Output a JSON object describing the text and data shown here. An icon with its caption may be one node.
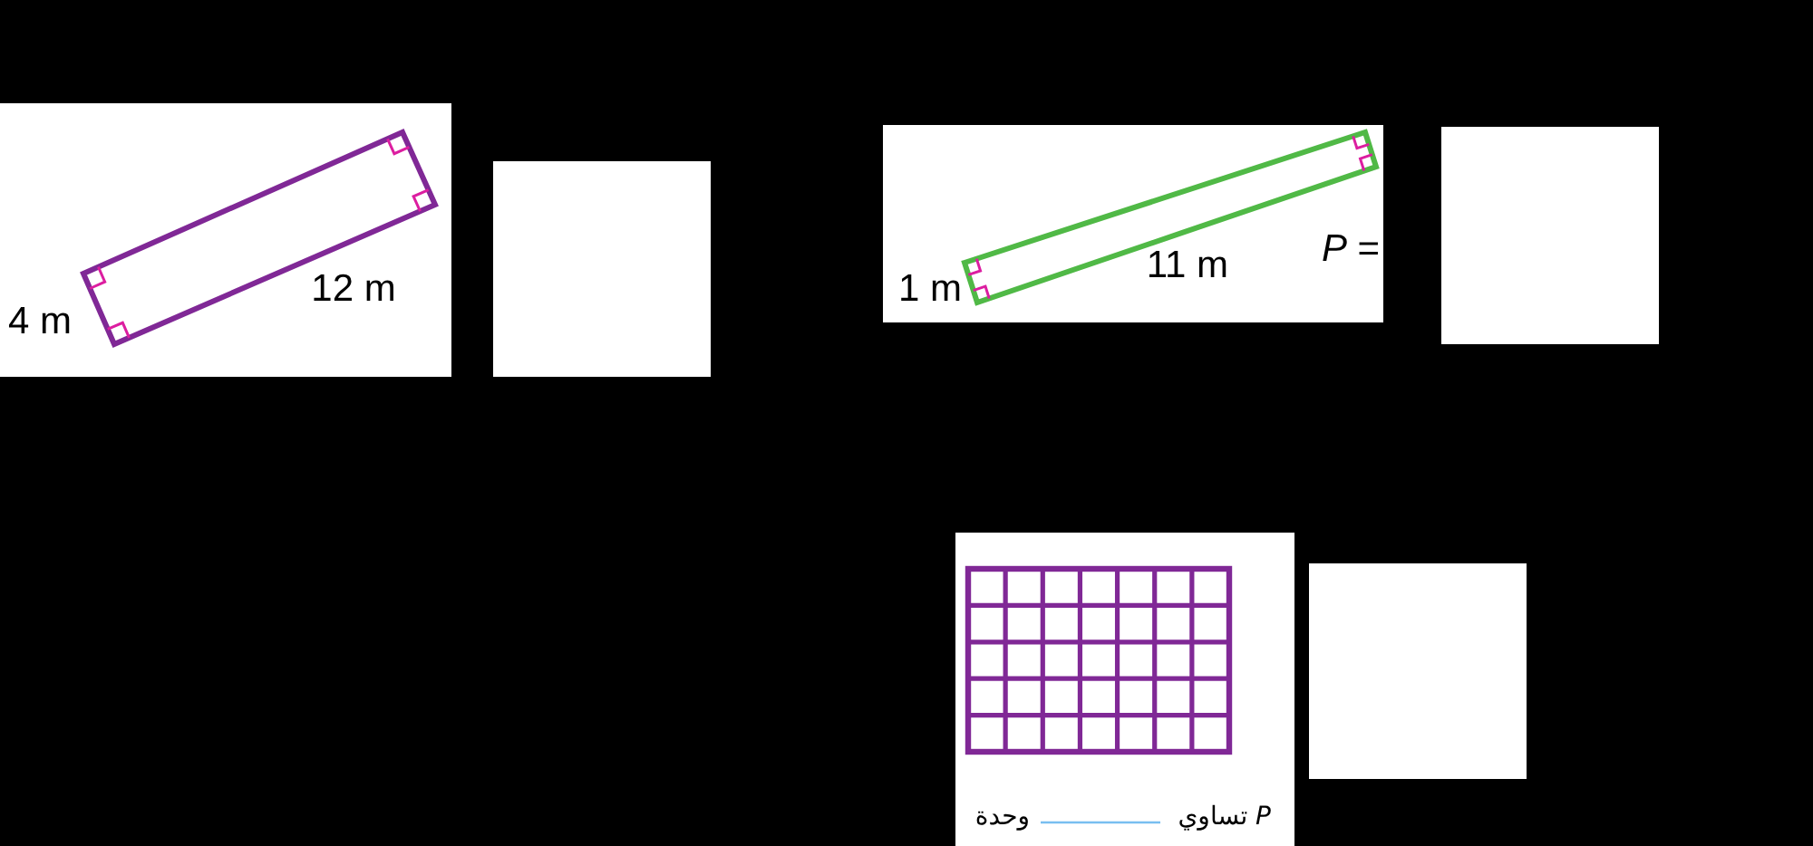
{
  "diagram": {
    "nodes": [
      {
        "text": [],
        "shape": "box"
      },
      {
        "text": [],
        "shape": "box"
      },
      {
        "text": [],
        "shape": "box"
      }
    ],
    "labels": [
      "4 m",
      "12 m",
      "*P* =",
      "1 m",
      "11 m",
      "*P* تساوي",
      "وحدة"
    ]
  }
}
